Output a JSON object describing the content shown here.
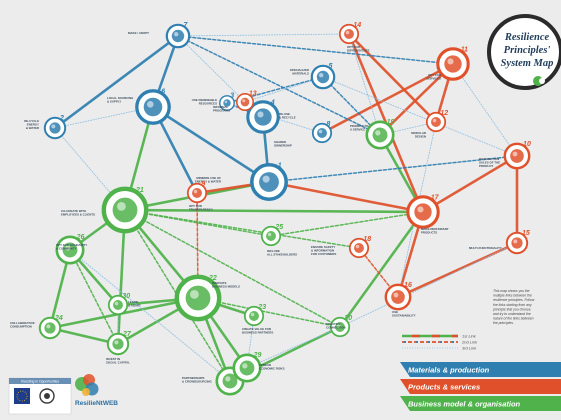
{
  "title": {
    "line1": "Resilience",
    "line2": "Principles'",
    "line3": "System Map"
  },
  "legend": {
    "first": "1st Link",
    "second": "2nd Link",
    "third": "3rd Link",
    "note": [
      "This map shows you the",
      "multiple links between the",
      "resilience principles. Follow",
      "the links starting from any",
      "principle that you choose,",
      "and try to understand the",
      "nature of the links between",
      "the principles."
    ]
  },
  "categories": {
    "materials": "Materials & production",
    "products": "Products & services",
    "business": "Business model & organisation"
  },
  "colors": {
    "materials": "#2f7fb0",
    "products": "#e0512b",
    "business": "#4fb24a"
  },
  "logos": {
    "brand": "ResilieNtWEB",
    "caption": "Investing in Opportunities"
  },
  "nodes": [
    {
      "id": 1,
      "cat": "materials",
      "label": [
        "MINIMIZE USE OF",
        "ENERGY & WATER"
      ]
    },
    {
      "id": 2,
      "cat": "materials",
      "label": [
        "RE-CYCLE",
        "ENERGY",
        "& WATER"
      ]
    },
    {
      "id": 3,
      "cat": "materials",
      "label": [
        "USE RENEWABLE",
        "RESOURCES"
      ]
    },
    {
      "id": 4,
      "cat": "materials",
      "label": [
        "RE-USE",
        "& RECYCLE"
      ]
    },
    {
      "id": 5,
      "cat": "materials",
      "label": [
        "SPECIALIZED",
        "MATERIALS"
      ]
    },
    {
      "id": 6,
      "cat": "materials",
      "label": [
        "LOCAL SOURCING",
        "& SUPPLY"
      ]
    },
    {
      "id": 7,
      "cat": "materials",
      "label": [
        "MAKE / ADOPT"
      ]
    },
    {
      "id": 8,
      "cat": "materials",
      "label": [
        "SHARED",
        "OWNERSHIP"
      ]
    },
    {
      "id": 9,
      "cat": "products",
      "label": [
        "OPT FOR",
        "TRANSPARENCY"
      ]
    },
    {
      "id": 10,
      "cat": "products",
      "label": [
        "DO FUNCTION",
        "SALES OF THE",
        "PRODUCT"
      ]
    },
    {
      "id": 11,
      "cat": "products",
      "label": [
        "OPT FOR",
        "SERVICES"
      ]
    },
    {
      "id": 12,
      "cat": "products",
      "label": [
        "MODULAR",
        "DESIGN"
      ]
    },
    {
      "id": 13,
      "cat": "products",
      "label": [
        "INFORMAL",
        "PROGRAMS"
      ]
    },
    {
      "id": 14,
      "cat": "products",
      "label": [
        "OPT FOR",
        "DIFFERENTIATE"
      ]
    },
    {
      "id": 15,
      "cat": "products",
      "label": [
        "MULTI-FUNCTIONALITY"
      ]
    },
    {
      "id": 16,
      "cat": "products",
      "label": [
        "USE",
        "SUSTAINABILITY"
      ]
    },
    {
      "id": 17,
      "cat": "products",
      "label": [
        "MAKE REDUNDANT",
        "PRODUCTS"
      ]
    },
    {
      "id": 18,
      "cat": "products",
      "label": [
        "ENSURE SAFETY",
        "& INFORMATION",
        "FOR CUSTOMERS"
      ]
    },
    {
      "id": 19,
      "cat": "business",
      "label": [
        "PRIORITY TO",
        "A SERVICE"
      ]
    },
    {
      "id": 20,
      "cat": "business",
      "label": [
        "CREATIVE",
        "CONNECTION"
      ]
    },
    {
      "id": 21,
      "cat": "business",
      "label": [
        "CO-CREATE WITH",
        "EMPLOYEES & CLIENTS"
      ]
    },
    {
      "id": 22,
      "cat": "business",
      "label": [
        "INNOVATE",
        "BUSINESS MODELS"
      ]
    },
    {
      "id": 23,
      "cat": "business",
      "label": [
        "CREATE VALUE FOR",
        "BUSINESS PARTNERS"
      ]
    },
    {
      "id": 24,
      "cat": "business",
      "label": [
        "COLLABORATIVE",
        "CONSUMPTION"
      ]
    },
    {
      "id": 25,
      "cat": "business",
      "label": [
        "INCLUDE",
        "ALL STAKEHOLDERS"
      ]
    },
    {
      "id": 26,
      "cat": "business",
      "label": [
        "OPT FOR SOLIDARITY",
        "& COMMUNITY"
      ]
    },
    {
      "id": 27,
      "cat": "business",
      "label": [
        "INVEST IN",
        "SOCIAL CAPITAL"
      ]
    },
    {
      "id": 28,
      "cat": "business",
      "label": [
        "PARTNERSHIPS",
        "& CROWDSOURCING"
      ]
    },
    {
      "id": 29,
      "cat": "business",
      "label": [
        "SPREAD",
        "ECONOMIC RISKS"
      ]
    },
    {
      "id": 30,
      "cat": "business",
      "label": [
        "LEARN",
        "& ADAPT"
      ]
    }
  ],
  "links": [
    [
      21,
      6,
      1
    ],
    [
      6,
      1,
      1
    ],
    [
      4,
      1,
      1
    ],
    [
      21,
      1,
      1
    ],
    [
      21,
      22,
      1
    ],
    [
      2,
      7,
      1
    ],
    [
      6,
      7,
      1
    ],
    [
      6,
      9,
      1
    ],
    [
      21,
      26,
      1
    ],
    [
      22,
      30,
      1
    ],
    [
      22,
      24,
      1
    ],
    [
      22,
      27,
      1
    ],
    [
      22,
      28,
      1
    ],
    [
      22,
      29,
      1
    ],
    [
      22,
      23,
      1
    ],
    [
      14,
      17,
      1
    ],
    [
      14,
      12,
      1
    ],
    [
      11,
      12,
      1
    ],
    [
      11,
      19,
      1
    ],
    [
      10,
      17,
      1
    ],
    [
      10,
      15,
      1
    ],
    [
      17,
      1,
      1
    ],
    [
      17,
      16,
      1
    ],
    [
      16,
      15,
      1
    ],
    [
      13,
      4,
      1
    ],
    [
      11,
      8,
      1
    ],
    [
      19,
      17,
      1
    ],
    [
      21,
      17,
      1
    ],
    [
      28,
      20,
      1
    ],
    [
      20,
      17,
      1
    ],
    [
      9,
      1,
      1
    ],
    [
      26,
      24,
      1
    ],
    [
      26,
      30,
      1
    ],
    [
      21,
      27,
      1
    ],
    [
      24,
      27,
      1
    ],
    [
      29,
      28,
      1
    ],
    [
      21,
      25,
      2
    ],
    [
      21,
      18,
      2
    ],
    [
      21,
      20,
      2
    ],
    [
      21,
      28,
      2
    ],
    [
      22,
      20,
      2
    ],
    [
      25,
      17,
      2
    ],
    [
      18,
      16,
      2
    ],
    [
      7,
      19,
      2
    ],
    [
      7,
      11,
      2
    ],
    [
      5,
      19,
      2
    ],
    [
      5,
      3,
      2
    ],
    [
      3,
      4,
      2
    ],
    [
      1,
      10,
      2
    ],
    [
      9,
      22,
      2
    ],
    [
      26,
      27,
      2
    ],
    [
      7,
      14,
      3
    ],
    [
      2,
      6,
      3
    ],
    [
      2,
      21,
      3
    ],
    [
      5,
      10,
      3
    ],
    [
      3,
      8,
      3
    ],
    [
      10,
      11,
      3
    ],
    [
      12,
      19,
      3
    ],
    [
      23,
      29,
      3
    ],
    [
      30,
      27,
      3
    ],
    [
      26,
      28,
      3
    ],
    [
      14,
      19,
      3
    ],
    [
      13,
      5,
      3
    ],
    [
      15,
      20,
      3
    ],
    [
      7,
      13,
      3
    ],
    [
      29,
      20,
      3
    ],
    [
      12,
      16,
      3
    ]
  ]
}
